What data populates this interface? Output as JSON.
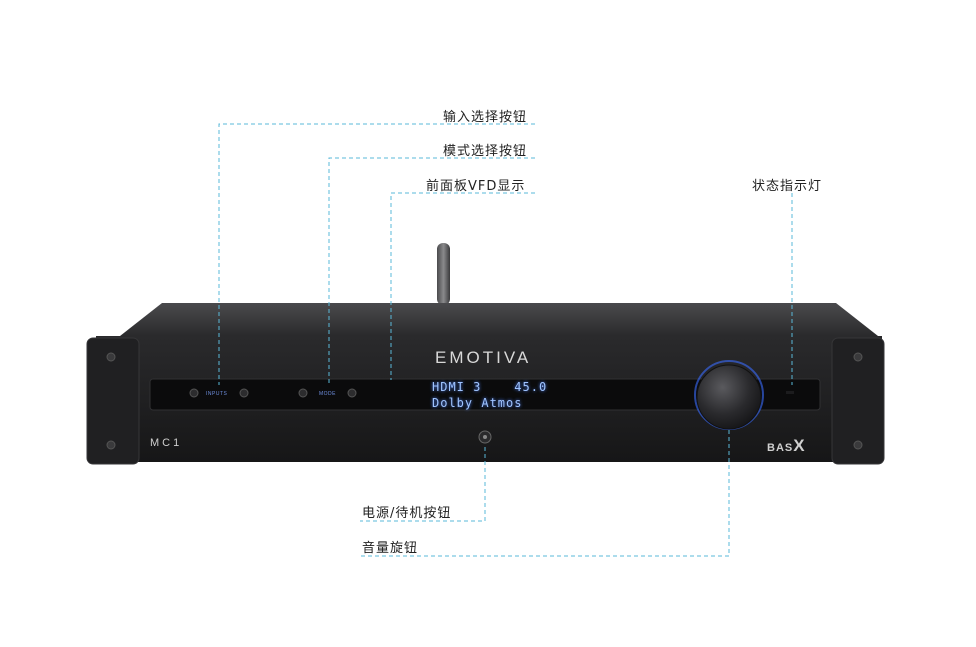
{
  "callouts": {
    "input_button": "输入选择按钮",
    "mode_button": "模式选择按钮",
    "vfd_display": "前面板VFD显示",
    "status_light": "状态指示灯",
    "power_button": "电源/待机按钮",
    "volume_knob": "音量旋钮"
  },
  "device": {
    "brand": "EMOTIVA",
    "model": "MC1",
    "series_prefix": "BAS",
    "series_suffix": "X",
    "input_label": "INPUTS",
    "mode_label": "MODE",
    "vfd": {
      "line1_source": "HDMI 3",
      "line1_volume": "45.0",
      "line2": "Dolby Atmos"
    }
  },
  "colors": {
    "guide_line": "#5ab8d8",
    "chassis": "#1c1c1e",
    "vfd_text": "#9fc4ff",
    "knob_ring": "#3b6cff"
  }
}
